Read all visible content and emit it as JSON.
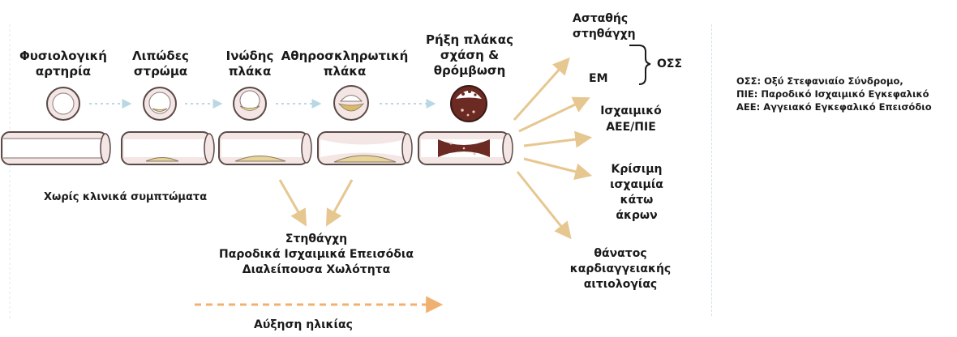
{
  "stages": [
    {
      "title": "Φυσιολογική\nαρτηρία"
    },
    {
      "title": "Λιπώδες\nστρώμα"
    },
    {
      "title": "Ινώδης\nπλάκα"
    },
    {
      "title": "Αθηροσκληρωτική\nπλάκα"
    },
    {
      "title": "Ρήξη πλάκας\nσχάση &\nθρόμβωση"
    }
  ],
  "no_symptoms_label": "Χωρίς κλινικά συμπτώματα",
  "chronic_outcomes": "Στηθάγχη\nΠαροδικά Ισχαιμικά Επεισόδια\nΔιαλείπουσα Χωλότητα",
  "age_label": "Αύξηση ηλικίας",
  "acute_outcomes": {
    "unstable_angina": "Ασταθής\nστηθάγχη",
    "mi": "ΕΜ",
    "acs_bracket_label": "ΟΣΣ",
    "ischemic_stroke": "Ισχαιμικό\nΑΕΕ/ΠΙΕ",
    "critical_limb": "Κρίσιμη\nισχαιμία\nκάτω άκρων",
    "cv_death": "θάνατος\nκαρδιαγγειακής\nαιτιολογίας"
  },
  "legend": [
    "ΟΣΣ: Οξύ Στεφανιαίο Σύνδρομο,",
    "ΠΙΕ: Παροδικό Ισχαιμικό Εγκεφαλικό",
    "ΑΕΕ: Αγγειακό Εγκεφαλικό Επεισόδιο"
  ],
  "colors": {
    "vessel_fill": "#f3e6e4",
    "vessel_stroke": "#5a4a48",
    "lumen": "#ffffff",
    "plaque_fill": "#e8d49a",
    "thrombus": "#6b2a22",
    "arrow": "#e6c790",
    "dotted_arrow": "#b9d8e3",
    "age_arrow": "#f0b070"
  }
}
